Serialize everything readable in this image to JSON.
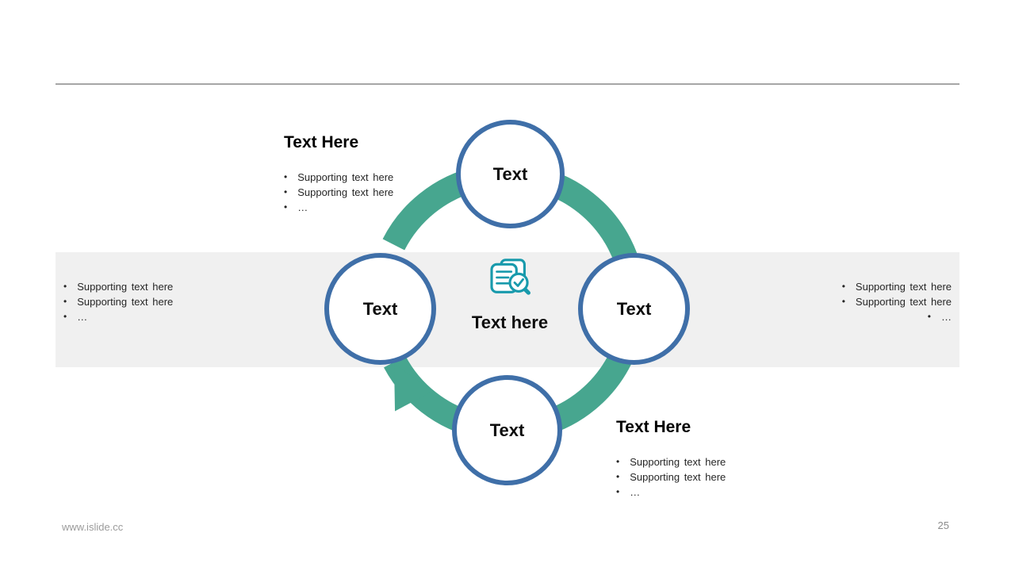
{
  "page": {
    "footer_url": "www.islide.cc",
    "page_number": "25"
  },
  "colors": {
    "ring_green": "#47a68f",
    "circle_blue": "#3f6fa8",
    "icon_teal": "#189aac",
    "band_gray": "#f0f0f0",
    "rule_gray": "#a6a6a6"
  },
  "diagram": {
    "circles": [
      {
        "position": "top",
        "label": "Text"
      },
      {
        "position": "right",
        "label": "Text"
      },
      {
        "position": "bottom",
        "label": "Text"
      },
      {
        "position": "left",
        "label": "Text"
      }
    ],
    "center": {
      "icon": "document-search-icon",
      "label": "Text here"
    }
  },
  "blocks": {
    "top_left": {
      "heading": "Text Here",
      "bullets": [
        "Supporting text here",
        "Supporting text here",
        "…"
      ]
    },
    "left": {
      "bullets": [
        "Supporting text here",
        "Supporting text here",
        "…"
      ]
    },
    "right": {
      "bullets": [
        "Supporting text here",
        "Supporting text here",
        "…"
      ]
    },
    "bottom_right": {
      "heading": "Text Here",
      "bullets": [
        "Supporting text here",
        "Supporting text here",
        "…"
      ]
    }
  }
}
